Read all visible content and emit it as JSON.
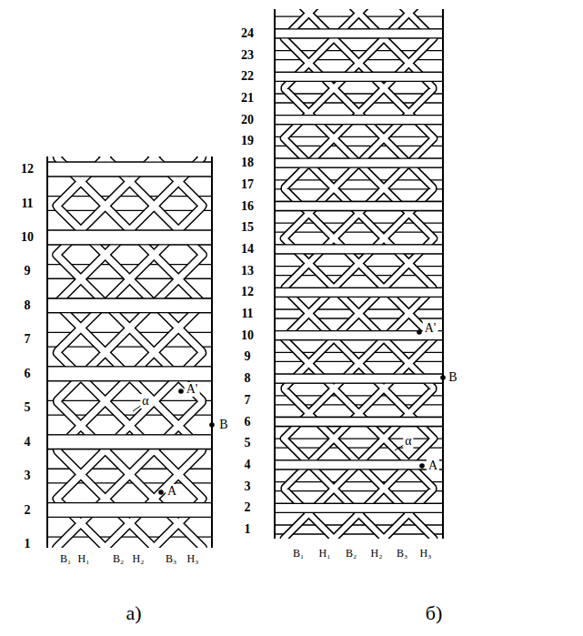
{
  "diagram": {
    "labels": [
      "1",
      "2",
      "3",
      "4",
      "5",
      "6",
      "7",
      "8",
      "9",
      "10",
      "11",
      "12",
      "В₁",
      "Н₁",
      "В₂",
      "Н₂",
      "В₃",
      "Н₃",
      "α",
      "A",
      "A'",
      "B",
      "а)",
      "1",
      "2",
      "3",
      "4",
      "5",
      "6",
      "7",
      "8",
      "9",
      "10",
      "11",
      "12",
      "13",
      "14",
      "15",
      "16",
      "17",
      "18",
      "19",
      "20",
      "21",
      "22",
      "23",
      "24",
      "В₁",
      "Н₁",
      "В₂",
      "Н₂",
      "В₃",
      "Н₃",
      "α",
      "A",
      "A'",
      "B",
      "б)"
    ]
  }
}
